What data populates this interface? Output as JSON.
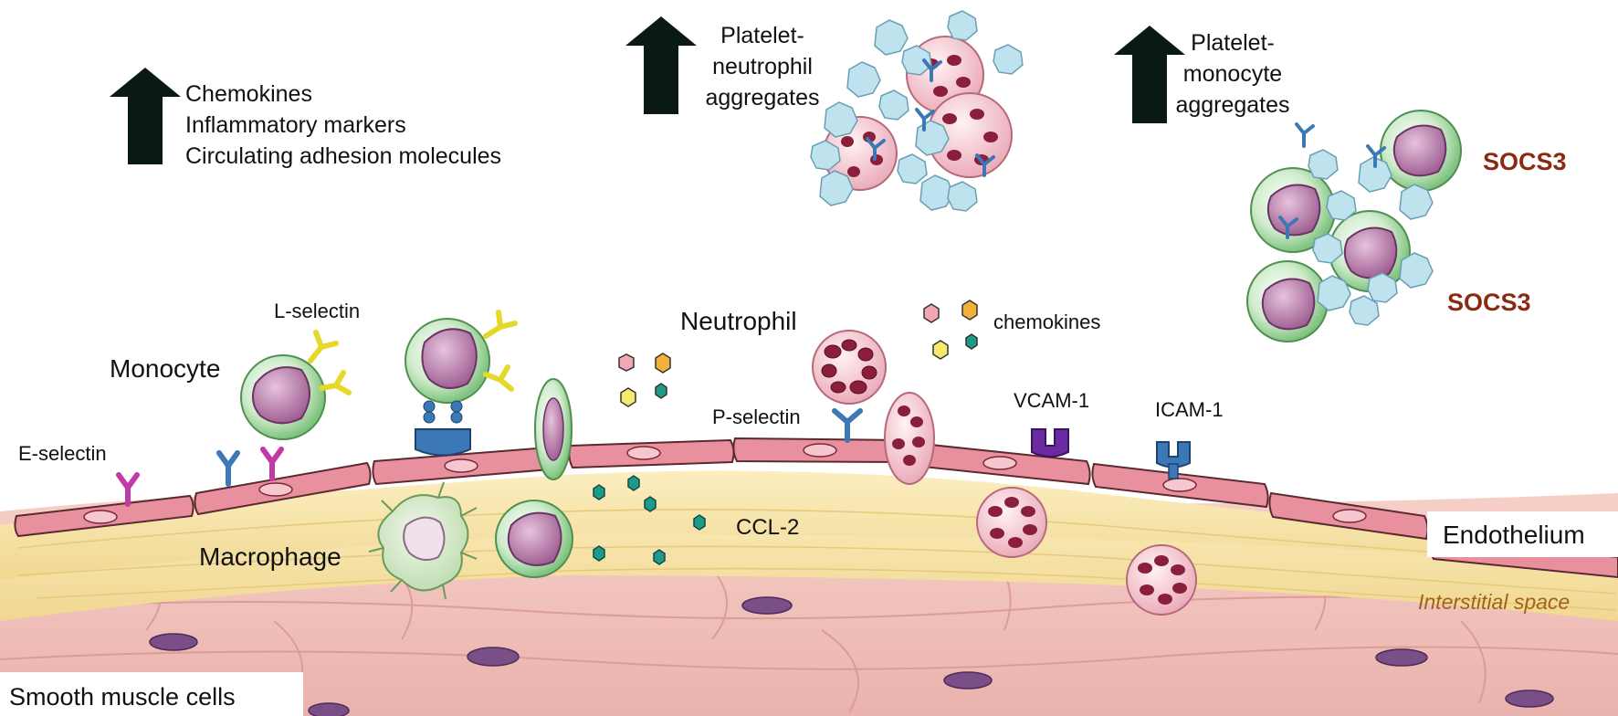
{
  "top_left_markers": {
    "items": [
      "Chemokines",
      "Inflammatory  markers",
      "Circulating adhesion molecules"
    ]
  },
  "platelet_neutrophil": {
    "line1": "Platelet-",
    "line2": "neutrophil",
    "line3": "aggregates"
  },
  "platelet_monocyte": {
    "line1": "Platelet-",
    "line2": "monocyte",
    "line3": "aggregates"
  },
  "socs3_labels": [
    "SOCS3",
    "SOCS3"
  ],
  "cell_labels": {
    "monocyte": "Monocyte",
    "neutrophil": "Neutrophil",
    "macrophage": "Macrophage"
  },
  "molecule_labels": {
    "l_selectin": "L-selectin",
    "e_selectin": "E-selectin",
    "p_selectin": "P-selectin",
    "vcam1": "VCAM-1",
    "icam1": "ICAM-1",
    "chemokines": "chemokines",
    "ccl2": "CCL-2"
  },
  "region_labels": {
    "endothelium": "Endothelium",
    "interstitial": "Interstitial space",
    "smooth_muscle": "Smooth muscle cells"
  },
  "colors": {
    "arrow": "#0a1a12",
    "socs3": "#8a2a12",
    "endothelial_cell": "#e9909e",
    "interstitial": "#f6e3a8",
    "smooth_muscle": "#f2c3bd",
    "monocyte_outer": "#a8d8a8",
    "monocyte_nucleus": "#b07aa6",
    "neutrophil_body": "#f4c7d0",
    "neutrophil_nucleus": "#8a1f3c",
    "platelet": "#bfe3ee",
    "receptor_blue": "#3b78b5",
    "receptor_magenta": "#c23aa8",
    "receptor_yellow": "#e6d82a",
    "receptor_purple": "#6a2aa0"
  }
}
